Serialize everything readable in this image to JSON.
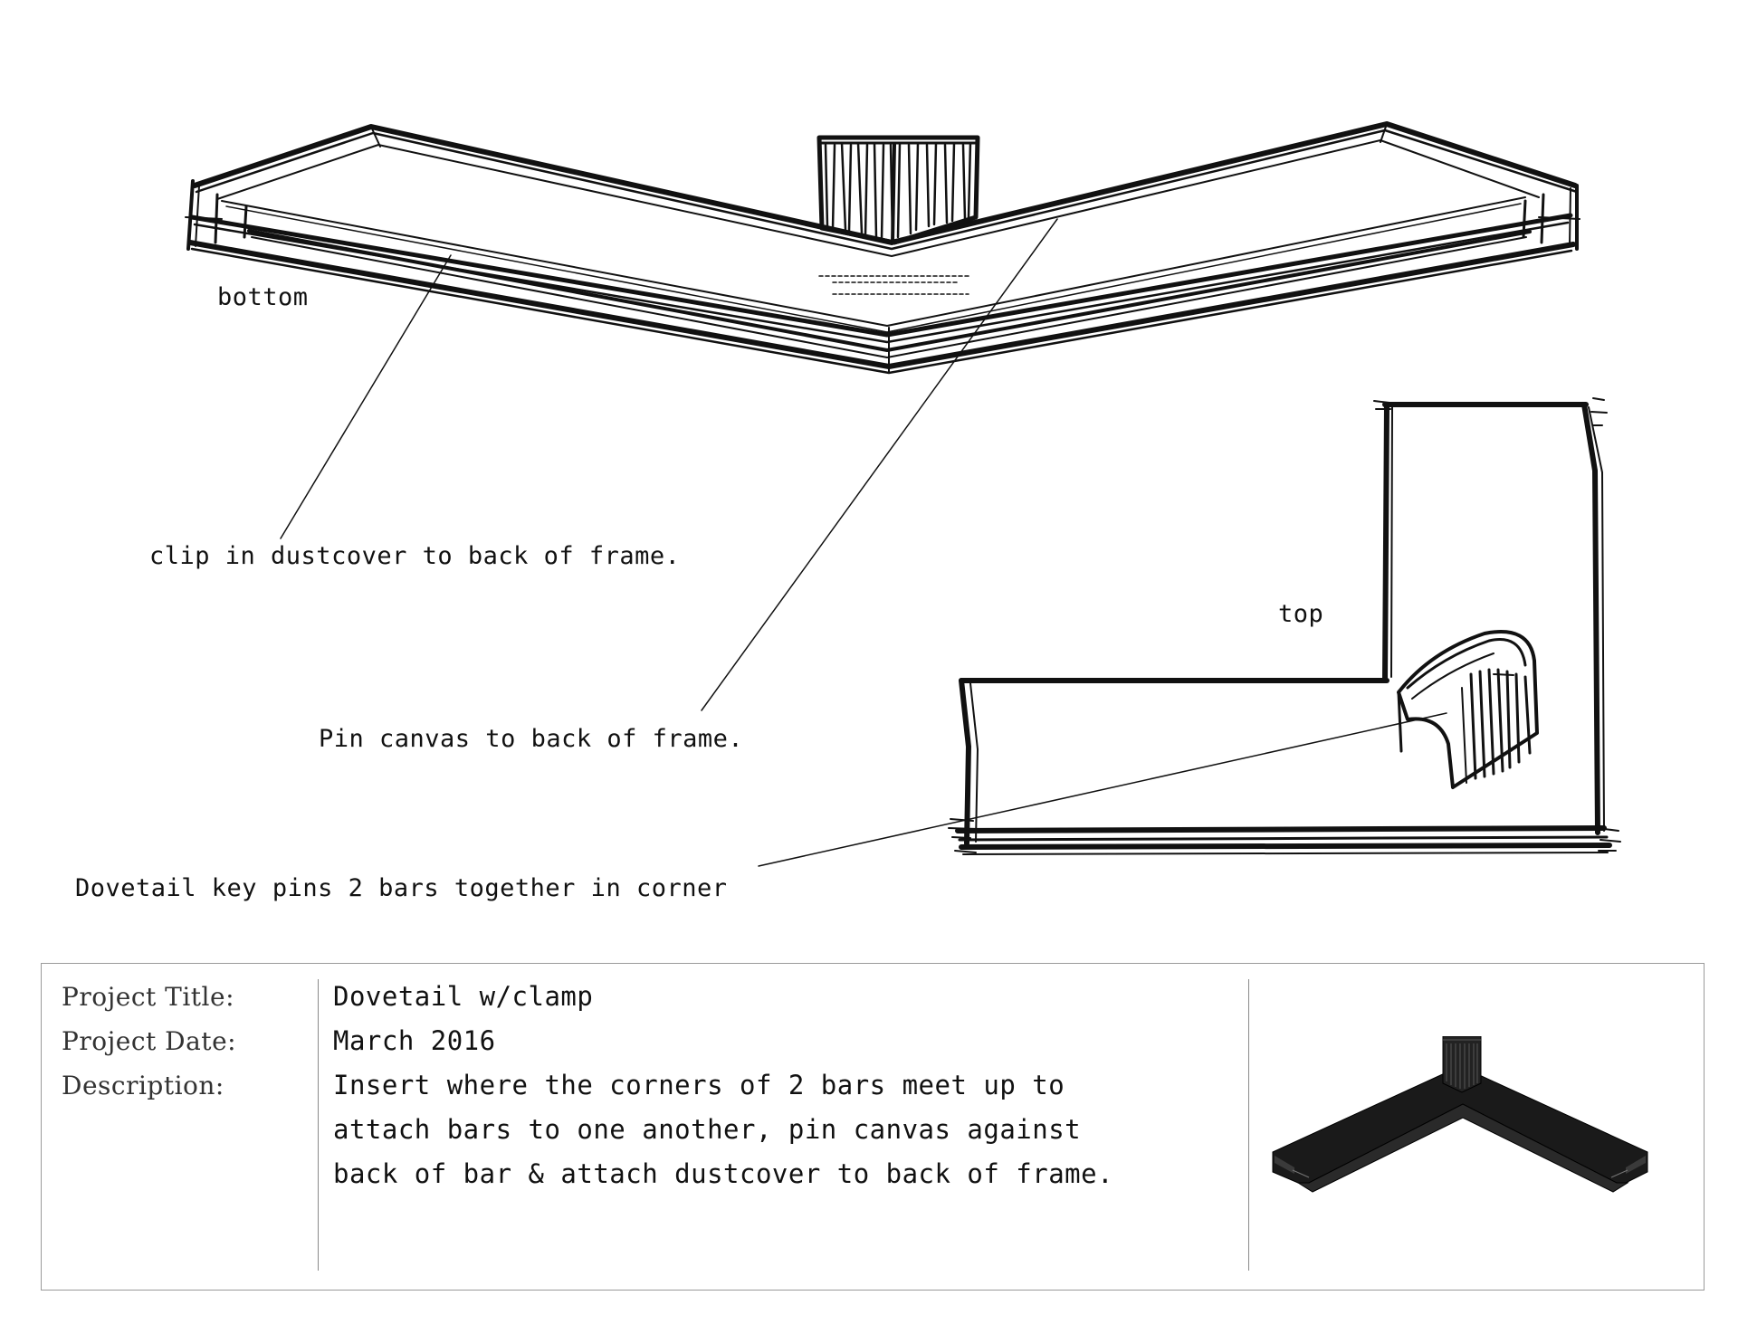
{
  "labels": {
    "bottom": "bottom",
    "top": "top",
    "clip_note": "clip in dustcover to back of frame.",
    "pin_note": "Pin canvas to back of frame.",
    "dovetail_note": "Dovetail key pins 2 bars together in corner"
  },
  "info": {
    "title_label": "Project Title:",
    "date_label": "Project Date:",
    "description_label": "Description:",
    "title_value": "Dovetail w/clamp",
    "date_value": "March 2016",
    "description_lines": [
      "Insert where the corners of 2 bars meet up to",
      "attach bars to one another, pin canvas against",
      "back of bar & attach dustcover to back of frame."
    ]
  },
  "colors": {
    "ink": "#111111",
    "panel_border": "#9a9a9a",
    "thumbnail_fill": "#1a1a1a"
  }
}
